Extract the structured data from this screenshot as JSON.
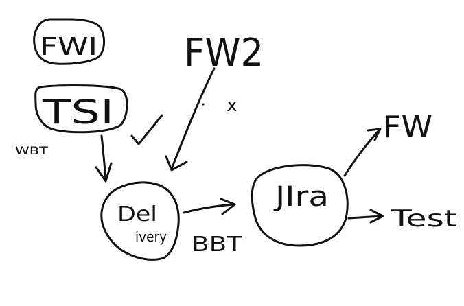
{
  "nodes": {
    "fw1": {
      "label": "FWI"
    },
    "fw2": {
      "label": "FW2"
    },
    "ts1": {
      "label": "TSI"
    },
    "delivery": {
      "line1": "Del",
      "line2": "ivery"
    },
    "jira": {
      "label": "JIra"
    },
    "fw_out": {
      "label": "FW"
    },
    "test_out": {
      "label": "Test"
    }
  },
  "edge_labels": {
    "wbt": "WBT",
    "bbt": "BBT",
    "x_mark": "x"
  },
  "colors": {
    "ink": "#111111",
    "background": "#ffffff"
  }
}
